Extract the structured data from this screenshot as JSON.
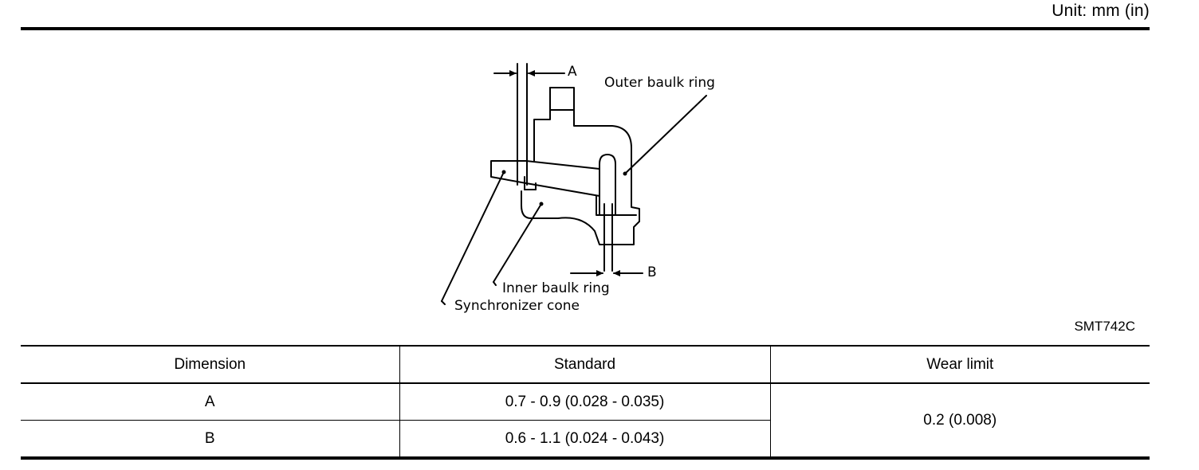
{
  "header": {
    "unit": "Unit: mm (in)"
  },
  "figure": {
    "labels": {
      "dimension_a": "A",
      "dimension_b": "B",
      "outer_baulk_ring": "Outer baulk ring",
      "inner_baulk_ring": "Inner baulk ring",
      "synchronizer_cone": "Synchronizer cone"
    },
    "code": "SMT742C"
  },
  "table": {
    "headers": [
      "Dimension",
      "Standard",
      "Wear limit"
    ],
    "rows": [
      {
        "dimension": "A",
        "standard": "0.7 - 0.9 (0.028 - 0.035)"
      },
      {
        "dimension": "B",
        "standard": "0.6 - 1.1 (0.024 - 0.043)"
      }
    ],
    "wear_limit": "0.2 (0.008)"
  }
}
